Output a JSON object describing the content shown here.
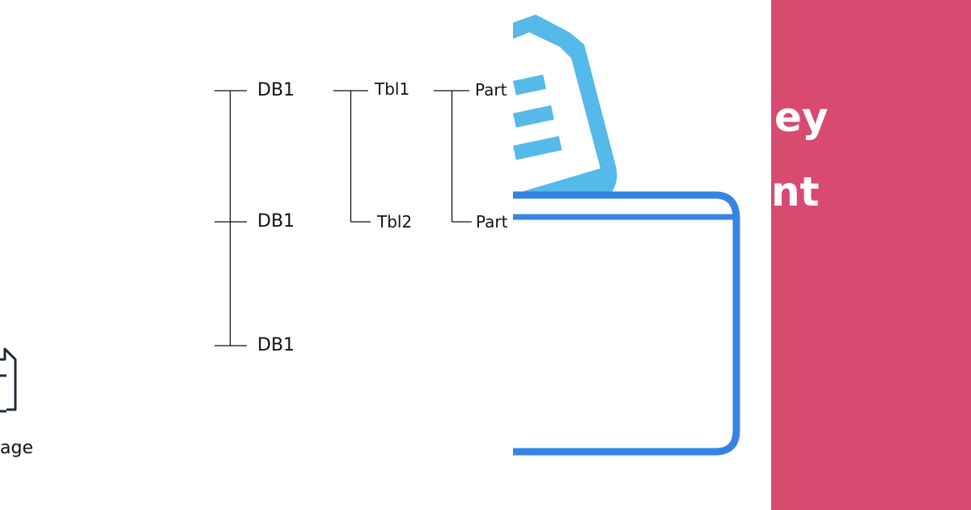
{
  "diagram": {
    "databases": [
      "DB1",
      "DB1",
      "DB1"
    ],
    "tables": [
      "Tbl1",
      "Tbl2"
    ],
    "partitions": [
      "Part",
      "Part"
    ]
  },
  "left_panel": {
    "label": "age",
    "icon": "document-icon"
  },
  "banner": {
    "line1": "ey",
    "line2": "nt"
  },
  "illustration": {
    "icon": "document-folder-icon"
  },
  "colors": {
    "panel": "#d84a6f",
    "folder": "#3584e4",
    "document": "#55b9ea",
    "lines": "#111111"
  }
}
